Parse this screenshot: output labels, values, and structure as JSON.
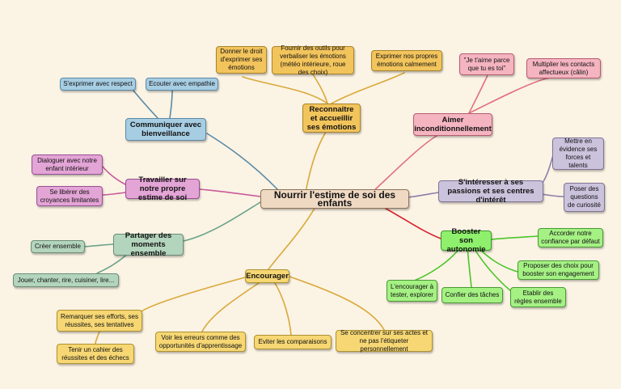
{
  "root": {
    "label": "Nourrir l'estime de soi des enfants"
  },
  "colors": {
    "background": "#fbf3e4",
    "reconnaitre": "#f2c45c",
    "aimer": "#f4b4c0",
    "interesser": "#cbc2dc",
    "autonomie": "#8ef06c",
    "encourager": "#f6d774",
    "partager": "#b4d5bd",
    "travailler": "#e3a4d6",
    "communiquer": "#a7cde3"
  },
  "branches": {
    "reconnaitre": {
      "label": "Reconnaitre et accueillir ses émotions",
      "children": [
        "Donner le droit d'exprimer ses émotions",
        "Fournir des outils pour verbaliser les émotions (météo intérieure, roue des choix)",
        "Exprimer nos propres émotions calmement"
      ]
    },
    "aimer": {
      "label": "Aimer inconditionnellement",
      "children": [
        "\"Je t'aime parce que tu es toi\"",
        "Multiplier les contacts affectueux (câlin)"
      ]
    },
    "interesser": {
      "label": "S'intéresser à ses passions et ses centres d'intérêt",
      "children": [
        "Mettre en évidence ses forces et talents",
        "Poser des questions de curiosité"
      ]
    },
    "autonomie": {
      "label": "Booster son autonomie",
      "children": [
        "Accorder notre confiance par défaut",
        "Proposer des choix pour booster son engagement",
        "Etablir des règles ensemble",
        "Confier des tâches",
        "L'encourager à tester, explorer"
      ]
    },
    "encourager": {
      "label": "Encourager",
      "children": [
        "Se concentrer sur ses actes et ne pas l'étiqueter personnellement",
        "Eviter les comparaisons",
        "Voir les erreurs comme des opportunités d'apprentissage",
        "Remarquer ses efforts, ses réussites, ses tentatives",
        "Tenir un cahier des réussites et des échecs"
      ]
    },
    "partager": {
      "label": "Partager des moments ensemble",
      "children": [
        "Créer ensemble",
        "Jouer, chanter, rire, cuisiner, lire..."
      ]
    },
    "travailler": {
      "label": "Travailler sur notre propre estime de soi",
      "children": [
        "Dialoguer avec notre enfant intérieur",
        "Se libérer des croyances limitantes"
      ]
    },
    "communiquer": {
      "label": "Communiquer avec bienveillance",
      "children": [
        "S'exprimer avec respect",
        "Ecouter avec empathie"
      ]
    }
  }
}
